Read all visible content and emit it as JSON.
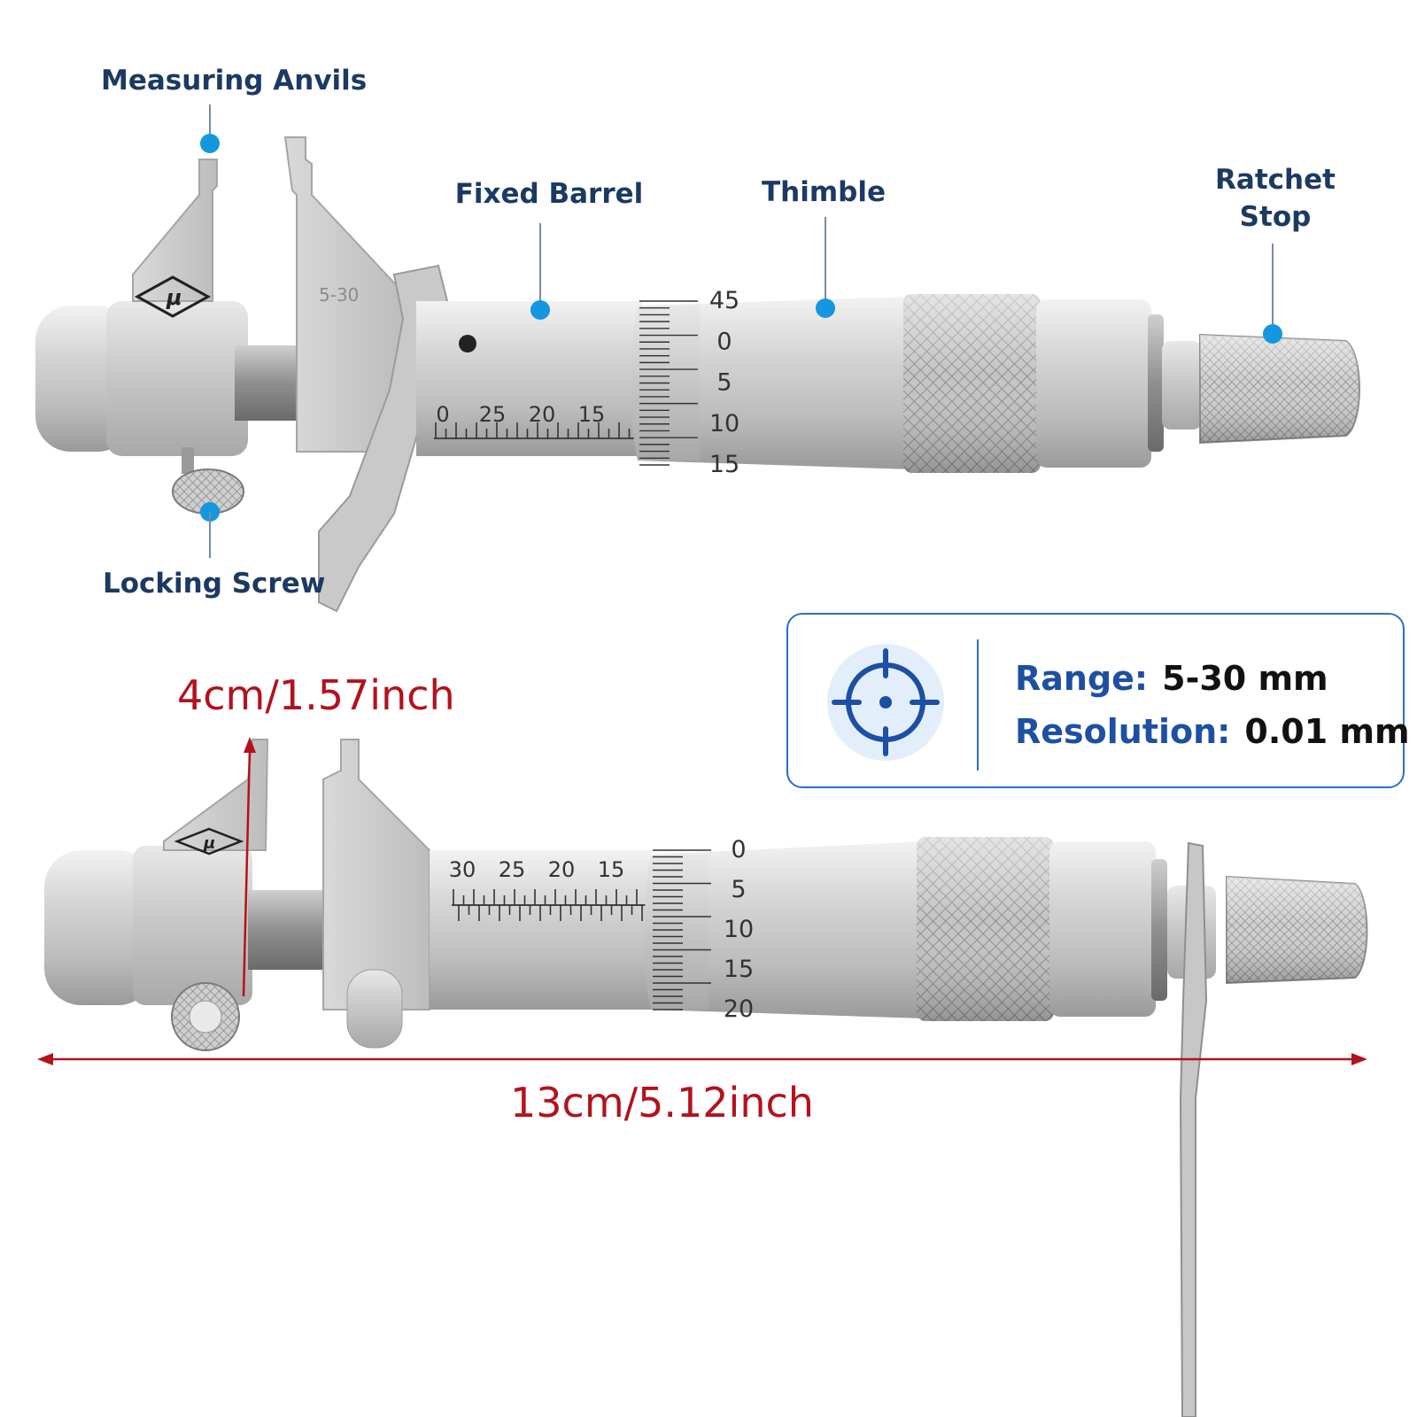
{
  "callouts": {
    "measuring_anvils": "Measuring Anvils",
    "fixed_barrel": "Fixed Barrel",
    "thimble": "Thimble",
    "ratchet_stop_line1": "Ratchet",
    "ratchet_stop_line2": "Stop",
    "locking_screw": "Locking Screw"
  },
  "dimensions": {
    "height": "4cm/1.57inch",
    "length": "13cm/5.12inch"
  },
  "specs": {
    "range_label": "Range:",
    "range_value": "5-30 mm",
    "resolution_label": "Resolution:",
    "resolution_value": "0.01 mm"
  },
  "instrument_top": {
    "frame_mark": "5-30",
    "barrel_numbers": [
      "0",
      "25",
      "20",
      "15"
    ],
    "thimble_numbers": [
      "45",
      "0",
      "5",
      "10",
      "15"
    ]
  },
  "instrument_bottom": {
    "barrel_numbers": [
      "30",
      "25",
      "20",
      "15"
    ],
    "thimble_numbers": [
      "0",
      "5",
      "10",
      "15",
      "20"
    ]
  },
  "colors": {
    "callout_text": "#1b3a63",
    "callout_dot": "#1597e0",
    "dimension": "#b3121d",
    "card_border": "#2b6fc9"
  },
  "icons": [
    "target-crosshair-icon",
    "micrometer-logo-icon"
  ]
}
